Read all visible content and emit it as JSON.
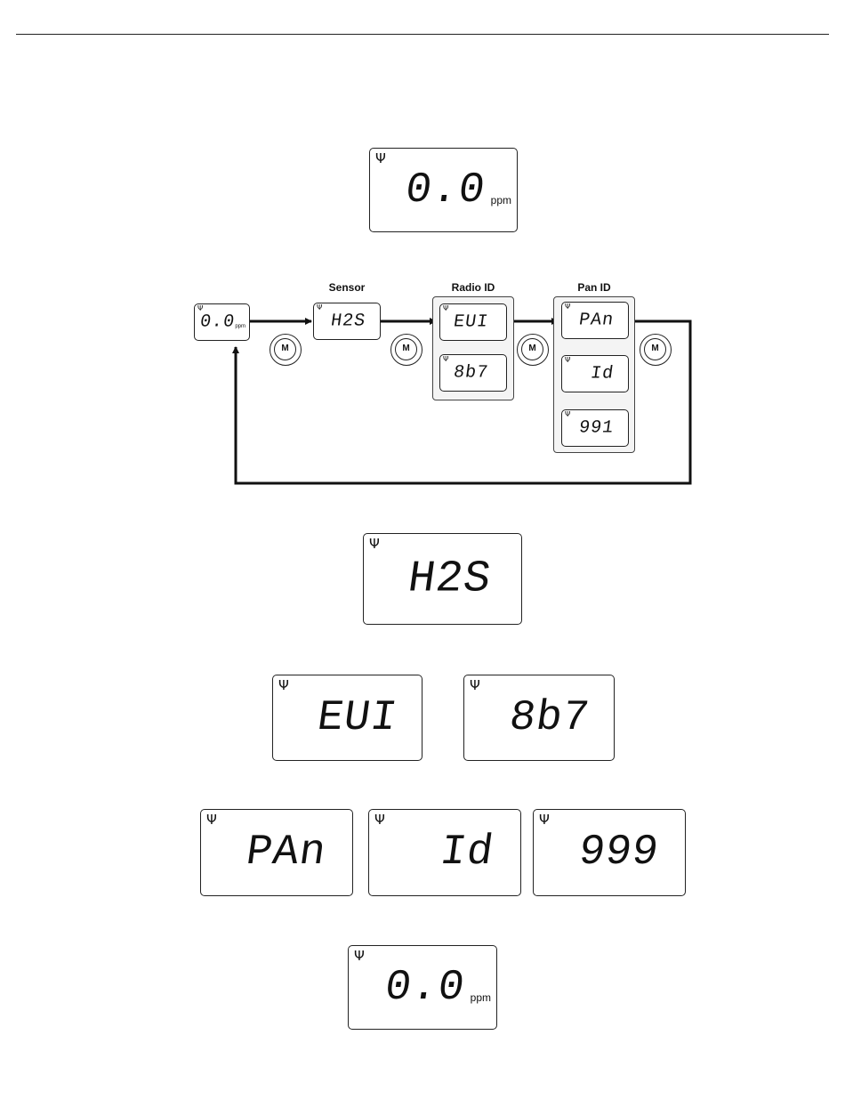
{
  "icons": {
    "antenna": "antenna-icon",
    "mode_button": "m-button-icon"
  },
  "colors": {
    "ink": "#111111",
    "group_fill": "#f4f4f4"
  },
  "display_initial": {
    "value": "0.0",
    "unit": "ppm"
  },
  "flow": {
    "start": {
      "value": "0.0",
      "unit": "ppm"
    },
    "sensor": {
      "label": "Sensor",
      "value": "H2S"
    },
    "radio_id": {
      "label": "Radio ID",
      "values": [
        "EUI",
        "8b7"
      ]
    },
    "pan_id": {
      "label": "Pan ID",
      "values": [
        "PAn",
        "Id",
        "991"
      ]
    },
    "button_label": "M"
  },
  "sensor_display": {
    "value": "H2S"
  },
  "radio_displays": [
    "EUI",
    "8b7"
  ],
  "pan_displays": [
    "PAn",
    "Id",
    "999"
  ],
  "display_final": {
    "value": "0.0",
    "unit": "ppm"
  }
}
